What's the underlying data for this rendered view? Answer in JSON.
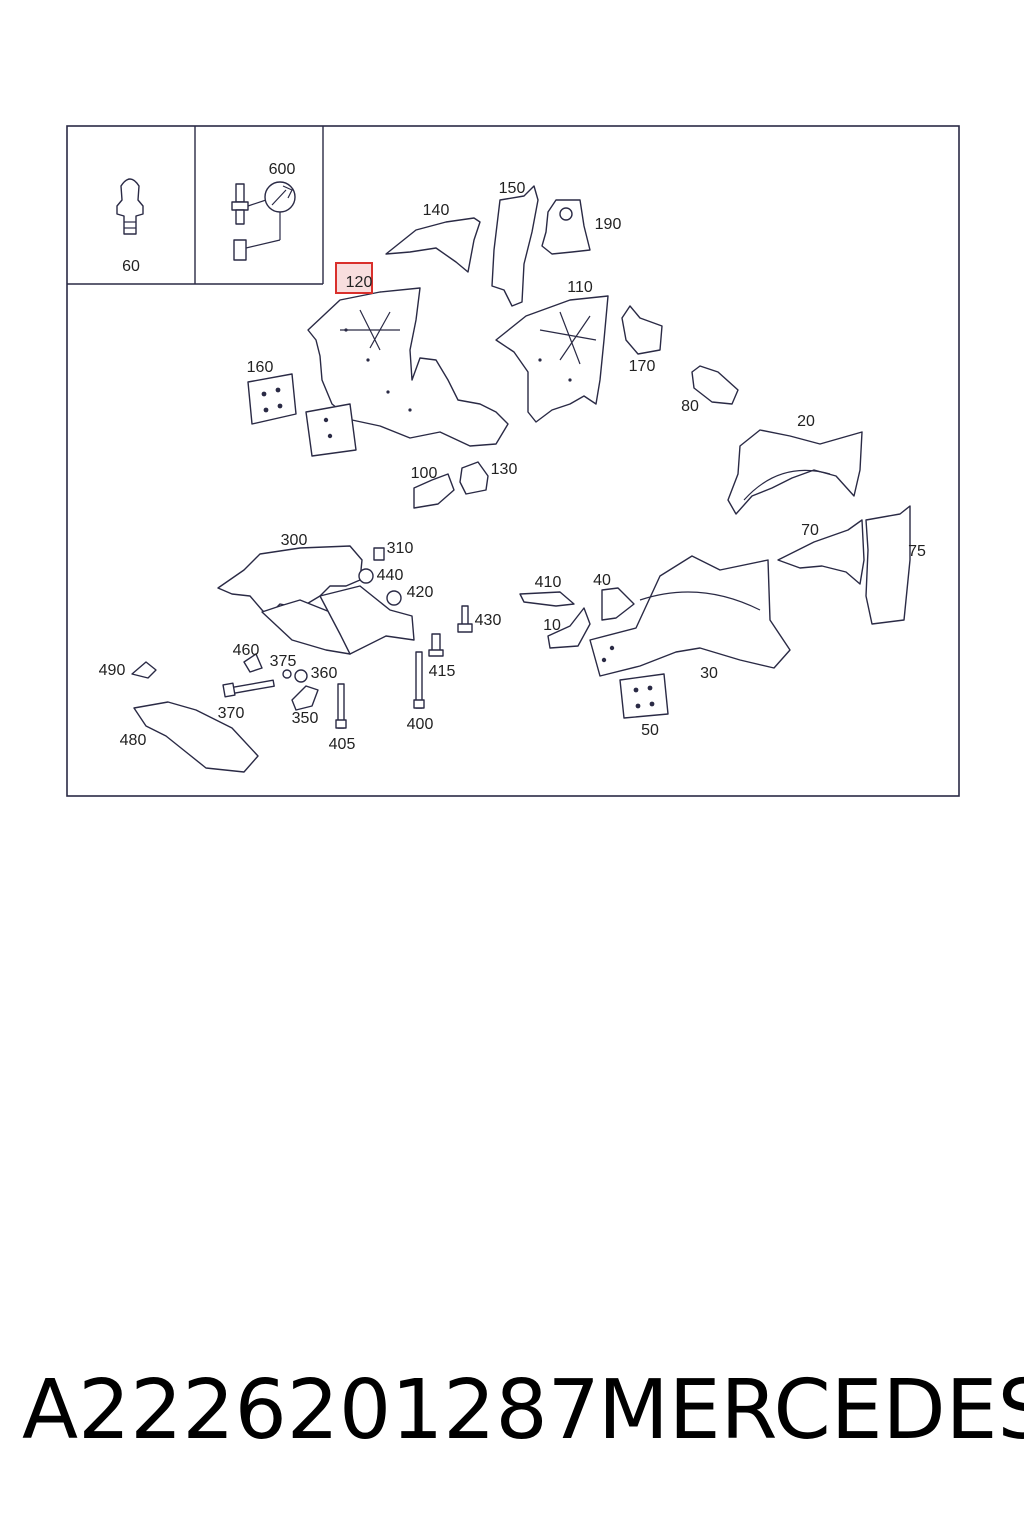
{
  "diagram": {
    "highlighted_callout": "120",
    "callouts": {
      "c60": "60",
      "c600": "600",
      "c150": "150",
      "c140": "140",
      "c190": "190",
      "c120": "120",
      "c110": "110",
      "c160": "160",
      "c170": "170",
      "c80": "80",
      "c20": "20",
      "c100": "100",
      "c130": "130",
      "c300": "300",
      "c310": "310",
      "c440": "440",
      "c420": "420",
      "c410": "410",
      "c40": "40",
      "c70": "70",
      "c75": "75",
      "c430": "430",
      "c10": "10",
      "c490": "490",
      "c460": "460",
      "c375": "375",
      "c360": "360",
      "c415": "415",
      "c30": "30",
      "c370": "370",
      "c350": "350",
      "c400": "400",
      "c405": "405",
      "c480": "480",
      "c50": "50"
    }
  },
  "caption": {
    "part_number": "A2226201287",
    "brand": "MERCEDES"
  },
  "colors": {
    "line": "#2a2a45",
    "highlight_border": "#d9302c",
    "highlight_fill": "#f8dede"
  }
}
